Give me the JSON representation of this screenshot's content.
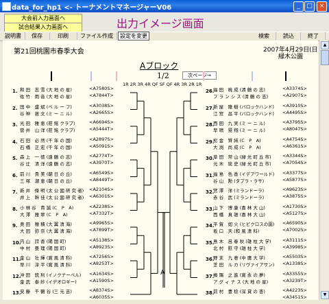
{
  "window": {
    "title": "data_for_hp1 <- トーナメントマネージャーV06"
  },
  "header": {
    "nav_buttons": [
      "大会前入力画面へ",
      "試合結果入力画面へ"
    ],
    "heading": "出力イメージ画面"
  },
  "toolbar": {
    "items": [
      "説明書",
      "保存",
      "印刷",
      "ファイル作成",
      "設定を変更",
      "検索",
      "読込",
      "終了"
    ]
  },
  "sheet": {
    "tournament_name": "第21回桃園市春季大会",
    "date": "2007年4月29日(日)",
    "venue": "緑木公園",
    "block_title": "Aブロック",
    "page_indicator": "1/2",
    "next_page_label": "次ページ→",
    "round_labels": "1R 2R 3R 4R QF SF QF 4R 3R 2R 1R",
    "center_label": "A",
    "left_entries": [
      {
        "num": "1.",
        "p1": "和 田　志 雪 (大 地 の 星)",
        "p1_code": "<A7580S>",
        "p2": "佐 竹　雨 音 (大 地 の 星)",
        "p2_code": "<A7844T>"
      },
      {
        "num": "2.",
        "p1": "田 中　盛 斌 (ベ ル ー フ)",
        "p1_code": "<A3038S>",
        "p2": "谷 神　敦 文 (ミ ー ニ ル)",
        "p2_code": "<A2665S>"
      },
      {
        "num": "3.",
        "p1": "光 田　雅 恵 (莊 銘 クラブ)",
        "p1_code": "<A6694S>",
        "p2": "菅 井　山 洋 (莊 銘 クラブ)",
        "p2_code": "<A5444T>"
      },
      {
        "num": "4.",
        "p1": "石 田　必 然 (千 年 の 国)",
        "p1_code": "<A2897S>",
        "p2": "石 橋　正 宏 (千 年 の 国)",
        "p2_code": "<A5091S>"
      },
      {
        "num": "5.",
        "p1": "森 上　一 徳 (遠 鶴 の 志)",
        "p1_code": "<A2774T>",
        "p2": "谷 辻　清 洋 (遠 鶴 の 志)",
        "p2_code": "<A3970T>"
      },
      {
        "num": "6.",
        "p1": "前 川　貴 美 (朝 日 の 丘)",
        "p1_code": "<A6549S>",
        "p2": "三 塚　潮 恵 (朝 日 の 丘)",
        "p2_code": "<A8449T>"
      },
      {
        "num": "7.",
        "p1": "新 井　傑 明 (太 公 図 研 究 者)",
        "p1_code": "<A2104S>",
        "p2": "井 上　幹 佳 (太 公 図 研 究 者)",
        "p2_code": "<A6301S>"
      },
      {
        "num": "8.",
        "p1": "小 林 谷　貴 誠 (C　P　A)",
        "p1_code": "<A2238S>",
        "p2": "大 澤　雅 翠 (C　P　A)",
        "p2_code": "<A7332T>"
      },
      {
        "num": "9.",
        "p1": "奥 田　穂 積 (大 翼 清 海)",
        "p1_code": "<A9965S>",
        "p2": "大 田　弥 奈 (大 翼 清 海)",
        "p2_code": "<A7899T>"
      },
      {
        "num": "10.",
        "p1": "内 山　詩 香 (陽 国 町)",
        "p1_code": "<A5138S>",
        "p2": "中 村　亜 理 (陽 国 町)",
        "p2_code": "<A8923S>"
      },
      {
        "num": "11.",
        "p1": "金 山　壮 輝 (寛 風 清 科)",
        "p1_code": "<A7256S>",
        "p2": "早 川　淳 平 (寛 風 清 科)",
        "p2_code": "<A8253T>"
      },
      {
        "num": "12.",
        "p1": "沖 田　銃 利 (イノクナーペル)",
        "p1_code": "<A1634S>",
        "p2": "金 武　泰 紗 (イデオロギー)",
        "p2_code": "<A1590S>"
      },
      {
        "num": "13.",
        "p1": "安 藤　千 鶴 谷 (三 元 吉)",
        "p1_code": "<A8374S>",
        "p2": "",
        "p2_code": "<A6035S>"
      }
    ],
    "right_entries": [
      {
        "num": "26.",
        "p1": "福 田　暁 成 (清 鶴 の 志)",
        "p1_code": "<A3374S>",
        "p2": "フ ラ ン シ ス (清 鶴 の 志)",
        "p2_code": "<A2907S>"
      },
      {
        "num": "27.",
        "p1": "新 屋　隆 樹 (バロックハンド)",
        "p1_code": "<A3910S>",
        "p2": "江 宮　昌 平 (バロックハンド)",
        "p2_code": "<A4495S>"
      },
      {
        "num": "28.",
        "p1": "西 田　九 実 (ミ ー ニ ル)",
        "p1_code": "<A3795S>",
        "p2": "早 晴　晃 翔 (ミ ー ニ ル)",
        "p2_code": "<A8047S>"
      },
      {
        "num": "29.",
        "p1": "松 金　賢 純 (C　P　A)",
        "p1_code": "<A4754S>",
        "p2": "大 渕　尚 成 (C　P　A)",
        "p2_code": "<A6361S>"
      },
      {
        "num": "30.",
        "p1": "草 田　常 山 (緑 光 町 丘 市)",
        "p1_code": "<A3344S>",
        "p2": "元 木　琉 史 (緑 光 町 丘 市)",
        "p2_code": "<A7054S>"
      },
      {
        "num": "31.",
        "p1": "福 島　色 香 (イデアワールド)",
        "p1_code": "<A3377S>",
        "p2": "谷 山　勲 (タプラ・ラサ)",
        "p2_code": "<A5877S>"
      },
      {
        "num": "32.",
        "p1": "宮 澤　洋 (ミランドーラ)",
        "p1_code": "<A9623S>",
        "p2": "赤 谷　武 (ミランドーラ)",
        "p2_code": "<A3875S>"
      },
      {
        "num": "33.",
        "p1": "山 下　博 康 (喜 林 大 山)",
        "p1_code": "<A1730S>",
        "p2": "西 橋　真 雄 (喜 林 大 山)",
        "p2_code": "<A5127S>"
      },
      {
        "num": "34.",
        "p1": "平 賀　如 火 (ヒビクロスの園)",
        "p1_code": "<A6590S>",
        "p2": "坂 口　天 (和 風 清 科)",
        "p2_code": "<A7002S>"
      },
      {
        "num": "35.",
        "p1": "島 木　呂 春 秋 (雄 柱 大 学)",
        "p1_code": "<A3111S>",
        "p2": "北 村　慰 守 (雄 柱 大 学)",
        "p2_code": "<A3998S>"
      },
      {
        "num": "36.",
        "p1": "野 末　九 意 (中 庸 大 学)",
        "p1_code": "<A5503S>",
        "p2": "芝 田　ル カ (リヴァイアサン)",
        "p2_code": "<A1338S>"
      },
      {
        "num": "37.",
        "p1": "榛 隅　之 進 (寛 永 の 夢)",
        "p1_code": "<A3355S>",
        "p2": "ア グ ィ ナ ス (大 地 の 星)",
        "p2_code": "<A3239T>"
      },
      {
        "num": "38.",
        "p1": "前 村　豊 稔 (深 貸 の 杏)",
        "p1_code": "<A4223S>",
        "p2": "",
        "p2_code": "<A3451S>"
      }
    ]
  }
}
